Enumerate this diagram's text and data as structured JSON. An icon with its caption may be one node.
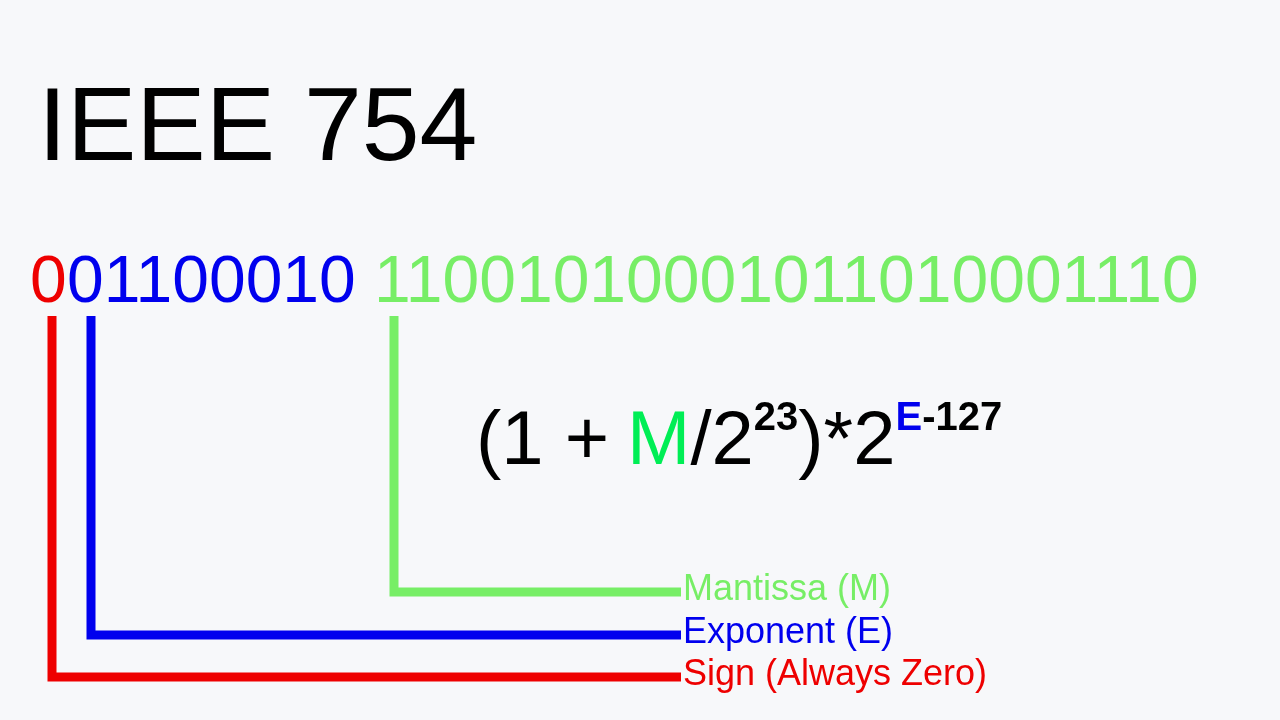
{
  "diagram": {
    "title": "IEEE 754",
    "nodes": [
      {
        "text": [
          "0"
        ]
      },
      {
        "text": [
          "01100010"
        ]
      },
      {
        "text": [
          "11001010001011010001110"
        ]
      },
      {
        "text": [
          "Mantissa (M)"
        ]
      },
      {
        "text": [
          "Exponent (E)"
        ]
      },
      {
        "text": [
          "Sign (Always Zero)"
        ]
      }
    ],
    "edges": [
      {
        "from": 3,
        "to": 2,
        "arrow": "none",
        "color": "#77ee66"
      },
      {
        "from": 4,
        "to": 1,
        "arrow": "none",
        "color": "#0000ee"
      },
      {
        "from": 5,
        "to": 0,
        "arrow": "none",
        "color": "#ee0000"
      }
    ],
    "labels": [
      "(1 +",
      "M",
      "/2$^{23}$)*2",
      "E",
      "-127"
    ]
  }
}
